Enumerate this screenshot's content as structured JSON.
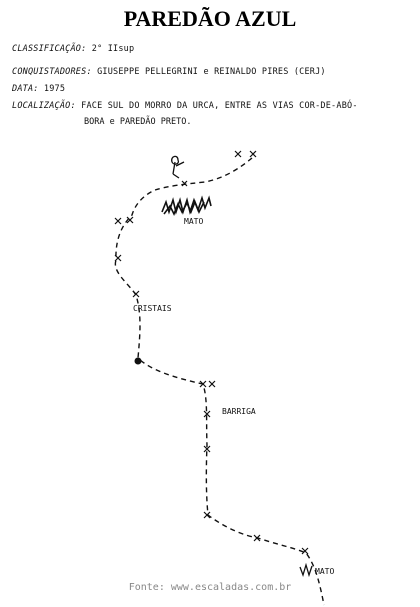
{
  "title": "PAREDÃO AZUL",
  "info": {
    "classificacao_key": "CLASSIFICAÇÃO:",
    "classificacao_val": "2° IIsup",
    "conquistadores_key": "CONQUISTADORES:",
    "conquistadores_val": "GIUSEPPE PELLEGRINI e REINALDO PIRES (CERJ)",
    "data_key": "DATA:",
    "data_val": "1975",
    "localizacao_key": "LOCALIZAÇÃO:",
    "localizacao_val": "FACE SUL DO MORRO DA URCA, ENTRE AS VIAS COR-DE-ABÓ-",
    "localizacao_cont": "BORA e PAREDÃO PRETO."
  },
  "labels": {
    "mato_top": "MATO",
    "cristais": "CRISTAIS",
    "barriga": "BARRIGA",
    "mato_bottom": "MATO"
  },
  "source": "Fonte: www.escaladas.com.br"
}
